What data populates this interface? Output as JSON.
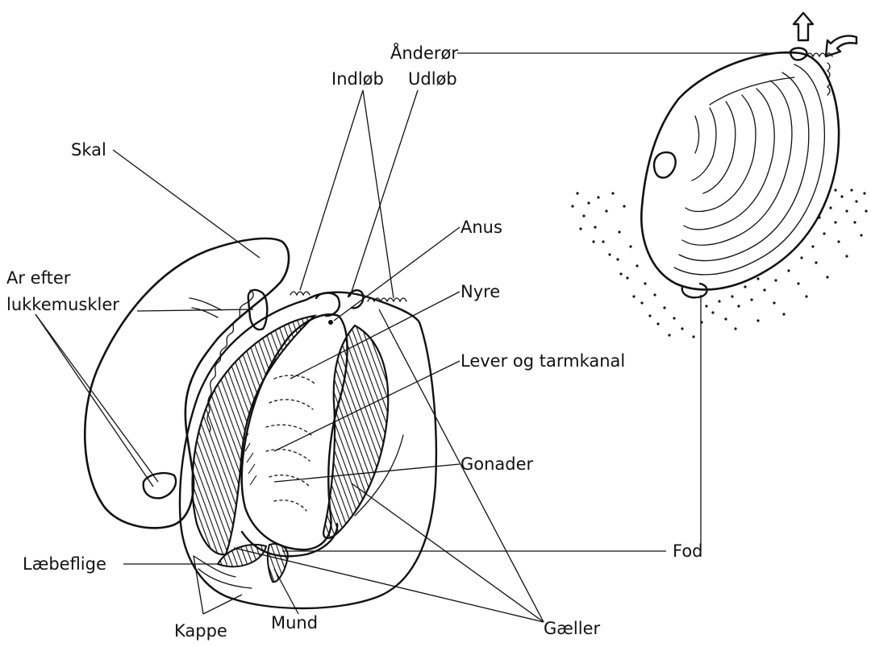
{
  "labels": {
    "anderor": "Ånderør",
    "indlob": "Indløb",
    "udlob": "Udløb",
    "skal": "Skal",
    "anus": "Anus",
    "nyre": "Nyre",
    "ar_efter_1": "Ar efter",
    "ar_efter_2": "lukkemuskler",
    "lever": "Lever og tarmkanal",
    "gonader": "Gonader",
    "fod": "Fod",
    "laebeflige": "Læbeflige",
    "kappe": "Kappe",
    "mund": "Mund",
    "gaeller": "Gæller"
  }
}
